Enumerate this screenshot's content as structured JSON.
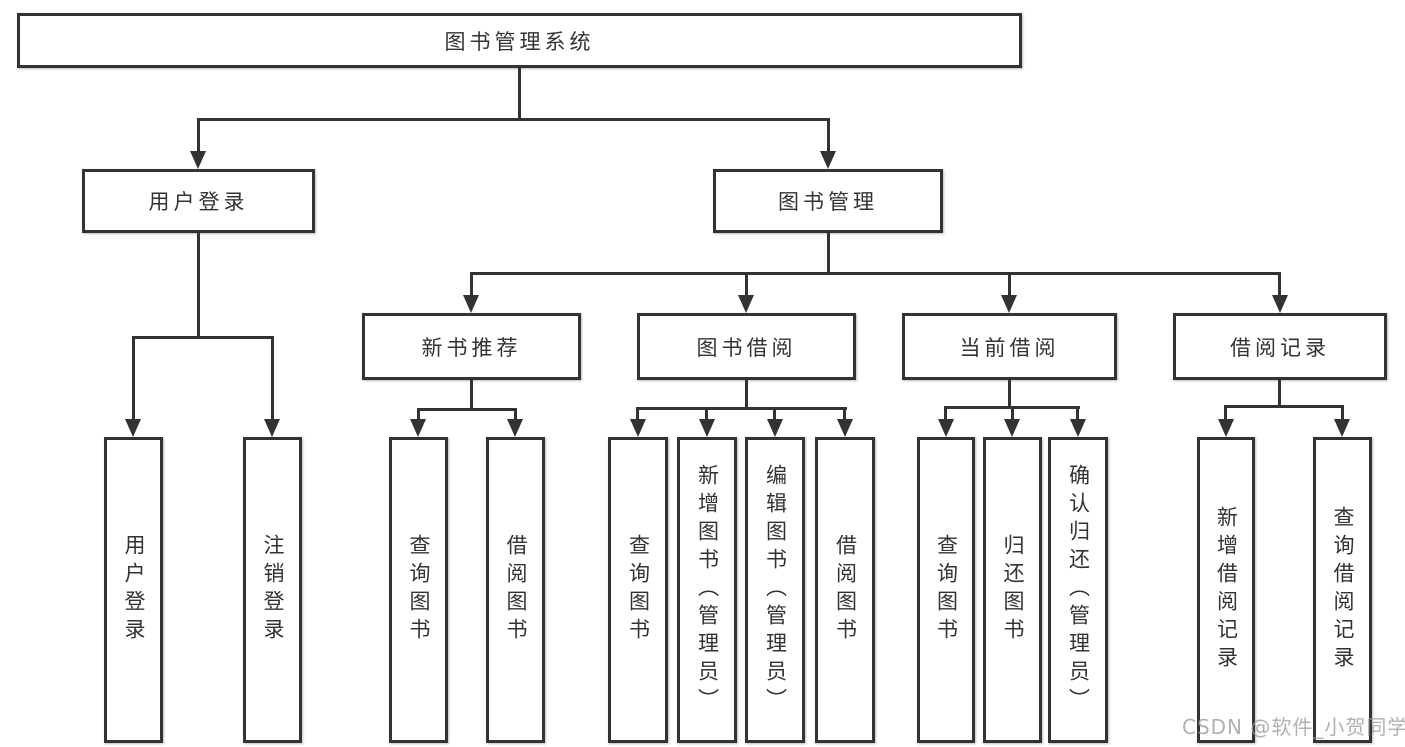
{
  "diagram": {
    "title": "图书管理系统",
    "line_color": "#333333",
    "background_color": "#ffffff",
    "nodes": {
      "root": "图书管理系统",
      "user_login": "用户登录",
      "book_mgmt": "图书管理",
      "new_book_rec": "新书推荐",
      "book_borrow": "图书借阅",
      "current_borrow": "当前借阅",
      "borrow_record": "借阅记录",
      "ul_login": "用户登录",
      "ul_logout": "注销登录",
      "nb_query": "查询图书",
      "nb_borrow": "借阅图书",
      "bb_query": "查询图书",
      "bb_add": "新增图书（管理员）",
      "bb_edit": "编辑图书（管理员）",
      "bb_borrow": "借阅图书",
      "cb_query": "查询图书",
      "cb_return": "归还图书",
      "cb_confirm": "确认归还（管理员）",
      "br_add": "新增借阅记录",
      "br_query": "查询借阅记录"
    },
    "watermark": "CSDN @软件_小贺同学"
  }
}
